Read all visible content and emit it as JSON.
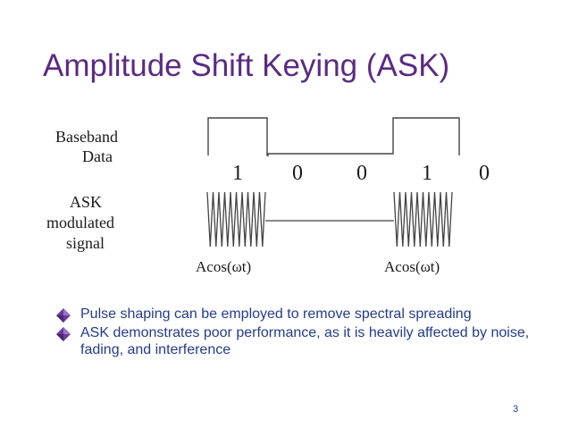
{
  "slide": {
    "title": "Amplitude Shift Keying (ASK)",
    "page_number": "3"
  },
  "diagram": {
    "baseband_label": [
      "Baseband",
      "Data"
    ],
    "ask_label": [
      "ASK",
      "modulated",
      "signal"
    ],
    "bits": [
      "1",
      "0",
      "0",
      "1",
      "0"
    ],
    "carrier_labels": [
      "Acos(ωt)",
      "Acos(ωt)"
    ],
    "line_color": "#444444"
  },
  "bullets": [
    "Pulse shaping can be employed to remove spectral spreading",
    "ASK demonstrates poor performance, as it is heavily affected by noise, fading, and interference"
  ],
  "colors": {
    "title": "#5b2b82",
    "bullet_text": "#243c8c",
    "bullet_icon": "#6a3d9a"
  }
}
